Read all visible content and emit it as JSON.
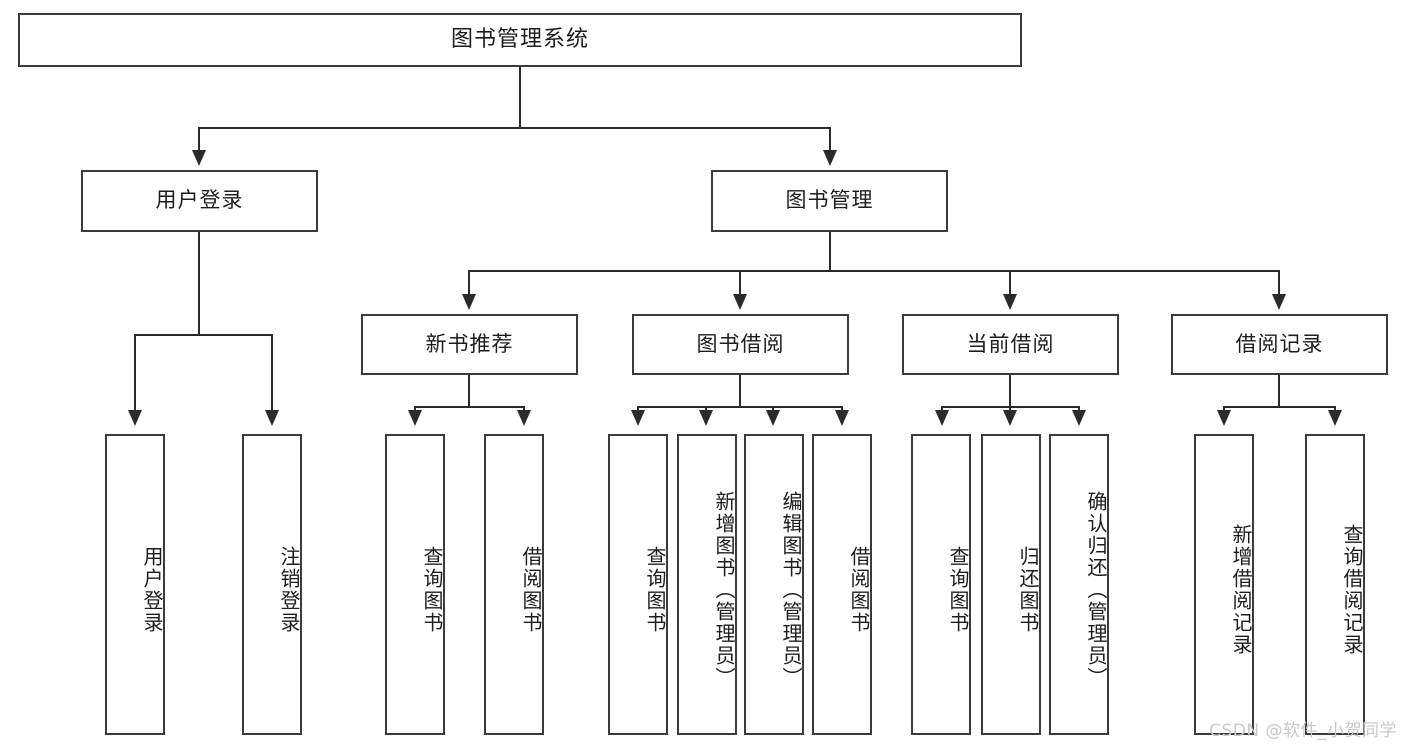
{
  "diagram": {
    "title": "图书管理系统",
    "type": "tree-hierarchy-chart",
    "root": {
      "label": "图书管理系统"
    },
    "level2": [
      {
        "label": "用户登录"
      },
      {
        "label": "图书管理"
      }
    ],
    "level3": [
      {
        "label": "新书推荐"
      },
      {
        "label": "图书借阅"
      },
      {
        "label": "当前借阅"
      },
      {
        "label": "借阅记录"
      }
    ],
    "leaves": {
      "user_login": [
        {
          "label": "用户登录"
        },
        {
          "label": "注销登录"
        }
      ],
      "new_book_recommend": [
        {
          "label": "查询图书"
        },
        {
          "label": "借阅图书"
        }
      ],
      "book_borrow": [
        {
          "label": "查询图书"
        },
        {
          "label": "新增图书（管理员）"
        },
        {
          "label": "编辑图书（管理员）"
        },
        {
          "label": "借阅图书"
        }
      ],
      "current_borrow": [
        {
          "label": "查询图书"
        },
        {
          "label": "归还图书"
        },
        {
          "label": "确认归还（管理员）"
        }
      ],
      "borrow_record": [
        {
          "label": "新增借阅记录"
        },
        {
          "label": "查询借阅记录"
        }
      ]
    }
  },
  "watermark": {
    "text": "CSDN @软件_小贺同学"
  },
  "colors": {
    "box_border": "#3b3b3b",
    "line": "#2b2b2b",
    "text": "#1d1d1d",
    "background": "#ffffff",
    "watermark": "#c9c9c9"
  }
}
